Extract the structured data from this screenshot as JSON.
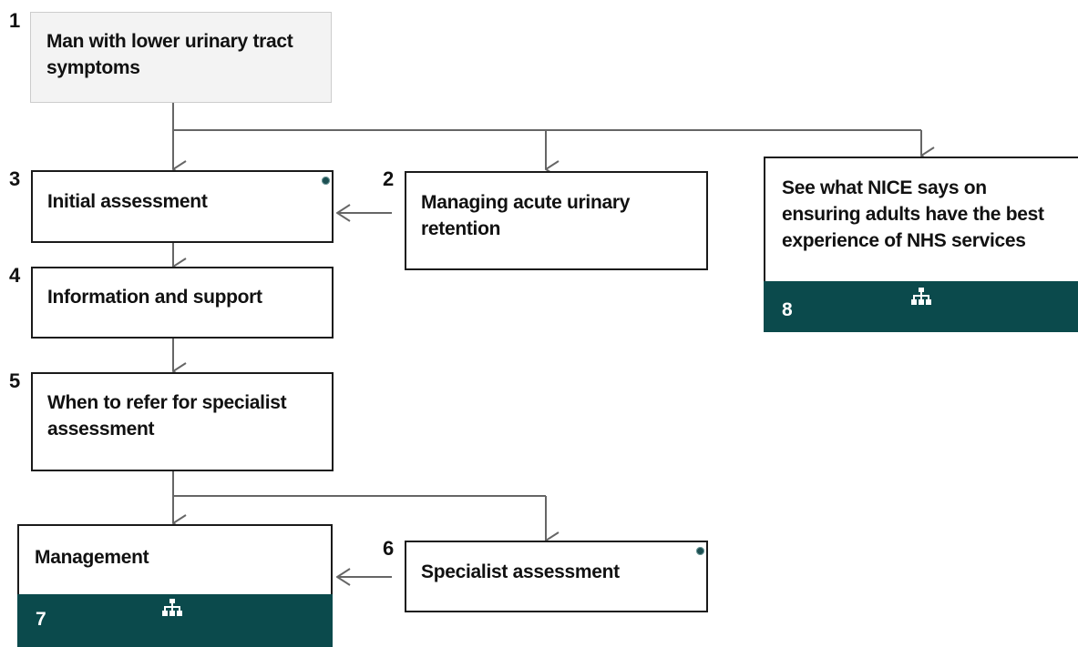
{
  "nodes": {
    "n1": {
      "number": "1",
      "label": "Man with lower urinary tract symptoms"
    },
    "n2": {
      "number": "2",
      "label": "Managing acute urinary retention"
    },
    "n3": {
      "number": "3",
      "label": "Initial assessment"
    },
    "n4": {
      "number": "4",
      "label": "Information and support"
    },
    "n5": {
      "number": "5",
      "label": "When to refer for specialist assessment"
    },
    "n6": {
      "number": "6",
      "label": "Specialist assessment"
    },
    "n7": {
      "number": "7",
      "label": "Management"
    },
    "n8": {
      "number": "8",
      "label": "See what NICE says on ensuring adults have the best experience of NHS services"
    }
  },
  "colors": {
    "band": "#0b4a4c",
    "connector": "#666666",
    "start_box": "#f3f3f3"
  },
  "icons": {
    "band": "sitemap-icon",
    "info": "info-dot-icon"
  }
}
